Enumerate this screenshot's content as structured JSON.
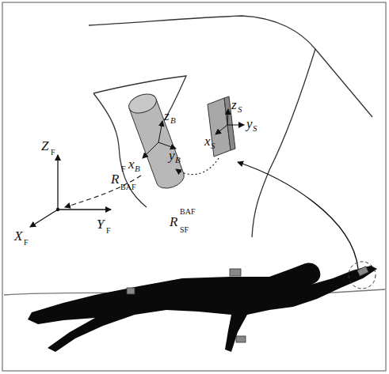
{
  "diagram": {
    "labels": [
      "Z",
      "F",
      "X",
      "F",
      "Y",
      "F",
      "R",
      "F",
      "BAF",
      "z",
      "B",
      "x",
      "B",
      "y",
      "B",
      "z",
      "S",
      "x",
      "S",
      "y",
      "S",
      "R",
      "BAF",
      "SF"
    ]
  }
}
